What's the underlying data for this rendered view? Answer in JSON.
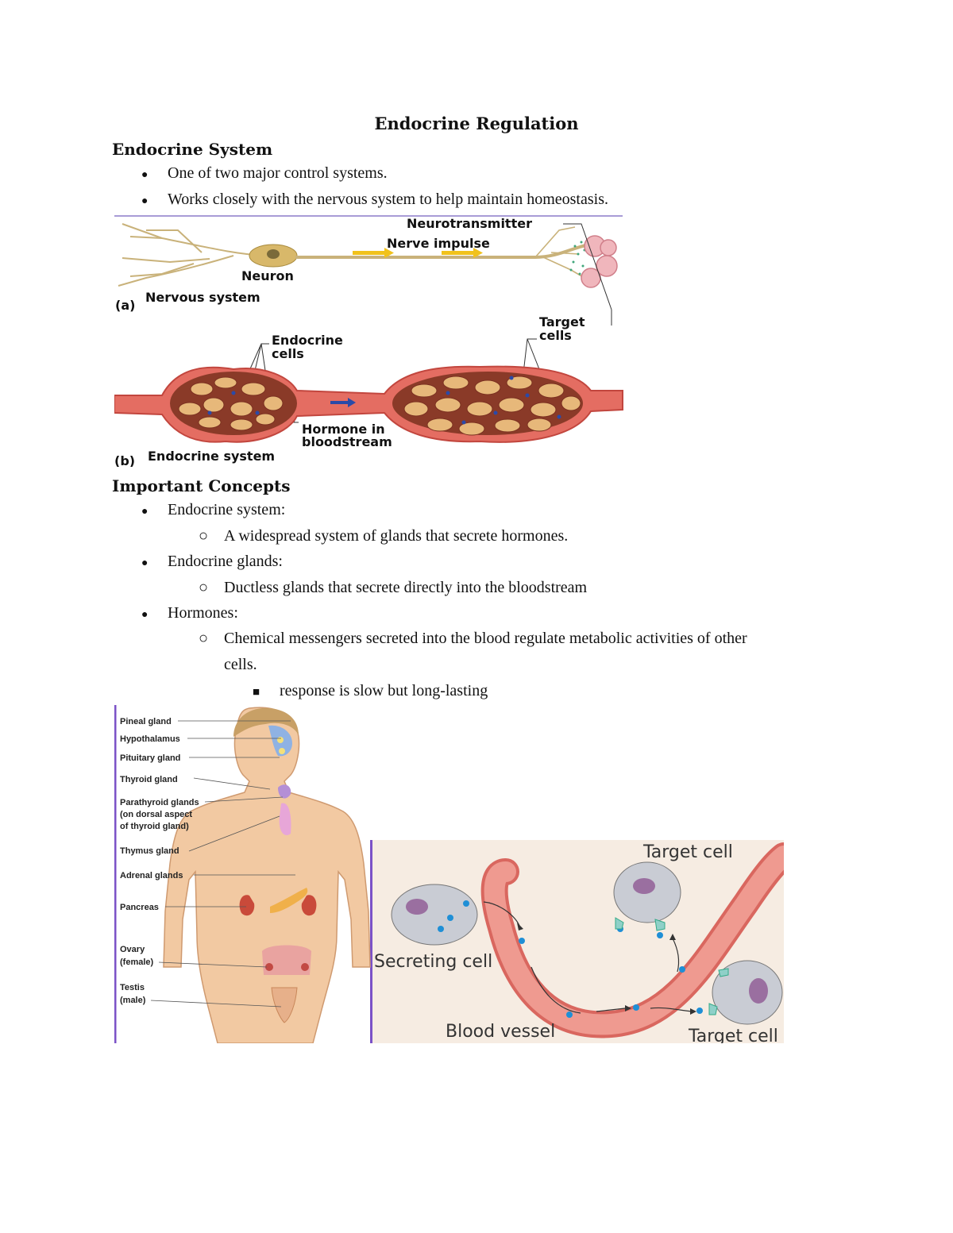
{
  "document": {
    "title": "Endocrine Regulation",
    "section1": {
      "heading": "Endocrine System",
      "bullets": [
        "One of two major control systems.",
        "Works closely with the nervous system to help maintain homeostasis."
      ]
    },
    "figure1": {
      "labels": {
        "neurotransmitter": "Neurotransmitter",
        "nerve_impulse": "Nerve impulse",
        "neuron": "Neuron",
        "part_a": "(a)",
        "nervous_system": "Nervous system",
        "target": "Target",
        "cells_word": "cells",
        "endocrine": "Endocrine",
        "hormone_in": "Hormone in",
        "bloodstream": "bloodstream",
        "part_b": "(b)",
        "endocrine_system": "Endocrine system"
      }
    },
    "section2": {
      "heading": "Important Concepts",
      "items": [
        {
          "label": "Endocrine system:",
          "sub": "A widespread system of glands that secrete hormones."
        },
        {
          "label": "Endocrine glands:",
          "sub": "Ductless glands that secrete directly into the bloodstream"
        },
        {
          "label": "Hormones:",
          "sub_line1": "Chemical messengers secreted into the blood regulate metabolic activities of other",
          "sub_line2": "cells.",
          "subsub": "response is slow but long-lasting"
        }
      ]
    },
    "figure2": {
      "glands": [
        "Pineal gland",
        "Hypothalamus",
        "Pituitary gland",
        "Thyroid gland",
        "Parathyroid glands",
        "(on dorsal aspect",
        "of thyroid gland)",
        "Thymus gland",
        "Adrenal glands",
        "Pancreas",
        "Ovary",
        "(female)",
        "Testis",
        "(male)"
      ]
    },
    "figure3": {
      "target_cell_top": "Target cell",
      "secreting_cell": "Secreting cell",
      "blood_vessel": "Blood vessel",
      "target_cell_bottom": "Target cell"
    }
  },
  "colors": {
    "vessel": "#e8807a",
    "cell_gray": "#c9ccd4",
    "nucleus": "#9a6fa0",
    "hormone_dot": "#1f8fd6",
    "bg_panel": "#f6ece2",
    "divider": "#7b52c7"
  }
}
